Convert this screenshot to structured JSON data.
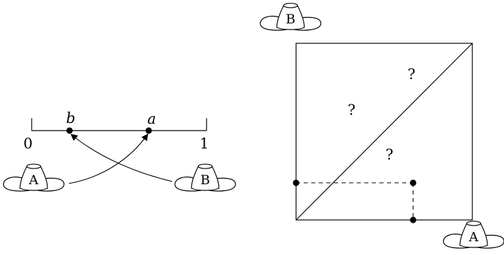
{
  "left_figure": {
    "interval": {
      "start_label": "0",
      "end_label": "1",
      "point_b_label": "b",
      "point_a_label": "a"
    },
    "hat_left": {
      "label": "A"
    },
    "hat_right": {
      "label": "B"
    }
  },
  "right_figure": {
    "hat_top": {
      "label": "B"
    },
    "hat_bottom": {
      "label": "A"
    },
    "region_marks": [
      "?",
      "?",
      "?"
    ]
  }
}
